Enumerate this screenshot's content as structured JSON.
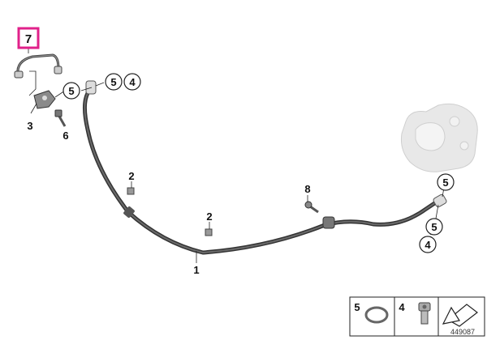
{
  "diagram": {
    "highlighted_part": "7",
    "callouts": {
      "part_7": "7",
      "part_3": "3",
      "part_6": "6",
      "part_5_upper_left": "5",
      "part_5_upper_mid": "5",
      "part_4_upper_mid": "4",
      "part_2_upper": "2",
      "part_2_lower": "2",
      "part_1": "1",
      "part_8": "8",
      "part_5_right_upper": "5",
      "part_5_right_lower": "5",
      "part_4_right": "4"
    },
    "legend": {
      "item_5": "5",
      "item_4": "4"
    },
    "diagram_number": "449087"
  },
  "colors": {
    "highlight": "#e0218a",
    "line": "#222222",
    "hose": "#4a4a4a",
    "part_fill": "#e6e6e6"
  }
}
